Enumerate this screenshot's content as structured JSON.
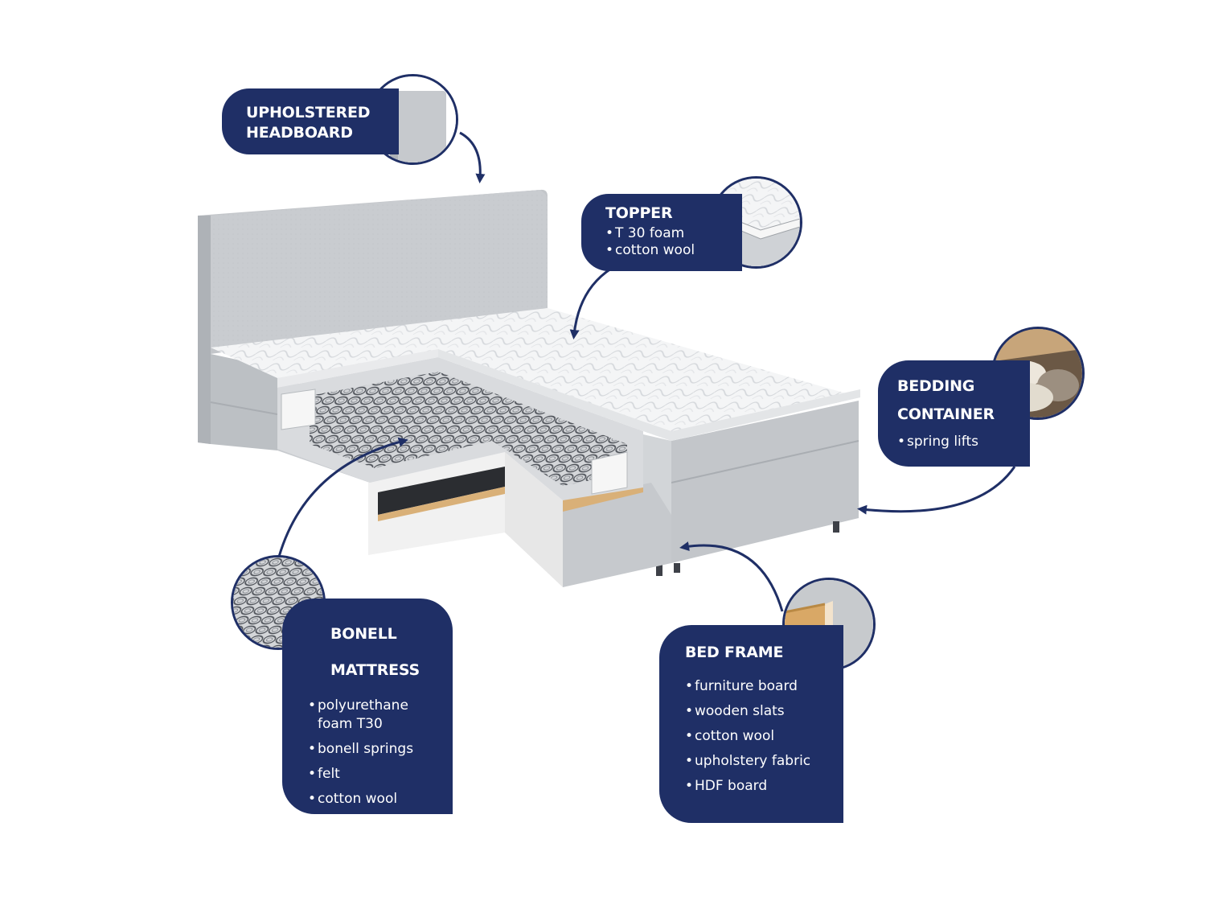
{
  "callouts": {
    "headboard": {
      "title_lines": [
        "UPHOLSTERED",
        "HEADBOARD"
      ]
    },
    "topper": {
      "title": "TOPPER",
      "items": [
        "T 30 foam",
        "cotton wool"
      ]
    },
    "bedding_container": {
      "title_lines": [
        "BEDDING",
        "CONTAINER"
      ],
      "items": [
        "spring lifts"
      ]
    },
    "bonell_mattress": {
      "title_lines": [
        "BONELL",
        "MATTRESS"
      ],
      "items": [
        "polyurethane foam T30",
        "bonell springs",
        "felt",
        "cotton wool"
      ],
      "first_item_lines": [
        "polyurethane",
        "foam T30"
      ]
    },
    "bed_frame": {
      "title": "BED FRAME",
      "items": [
        "furniture board",
        "wooden slats",
        "cotton wool",
        "upholstery fabric",
        "HDF board"
      ]
    }
  },
  "colors": {
    "panel": "#1f2f66",
    "arrow": "#1f2f66",
    "upholstery": "#c9ccd0",
    "upholstery_dark": "#b3b7bc",
    "topper": "#f4f5f6",
    "wood": "#d9b078",
    "springs": "#5c6066"
  },
  "icons": [
    "curved-arrow-icon",
    "bed-watermark-icon"
  ]
}
